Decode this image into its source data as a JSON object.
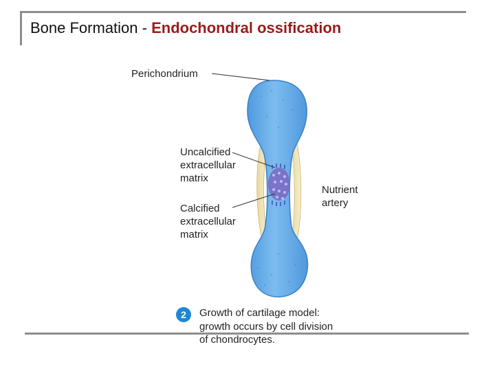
{
  "title": {
    "prefix": "Bone Formation - ",
    "bold": "Endochondral ossification"
  },
  "labels": {
    "perichondrium": "Perichondrium",
    "uncalcified": "Uncalcified\nextracellular\nmatrix",
    "calcified": "Calcified\nextracellular\nmatrix",
    "nutrient": "Nutrient\nartery"
  },
  "caption": {
    "number": "2",
    "text": "Growth of cartilage model:\ngrowth occurs by cell division\nof chondrocytes."
  },
  "colors": {
    "title_accent": "#9b1b1b",
    "cartilage": "#6fb0e8",
    "badge": "#1e88d6",
    "calcified_matrix": "#6a55b8"
  }
}
